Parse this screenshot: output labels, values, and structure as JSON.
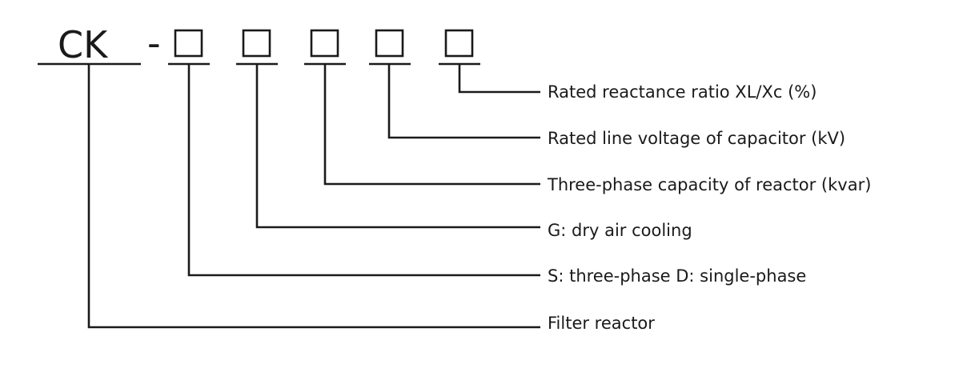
{
  "model_code": {
    "prefix": "CK",
    "separator": "-"
  },
  "fields": [
    {
      "symbol": "□",
      "description": "S: three-phase D: single-phase"
    },
    {
      "symbol": "□",
      "description": "G: dry air cooling"
    },
    {
      "symbol": "□",
      "description": "Three-phase capacity of reactor (kvar)"
    },
    {
      "symbol": "□",
      "description": "Rated line voltage of capacitor (kV)"
    },
    {
      "symbol": "□",
      "description": "Rated reactance ratio XL/Xc (%)"
    }
  ],
  "prefix_description": "Filter reactor"
}
